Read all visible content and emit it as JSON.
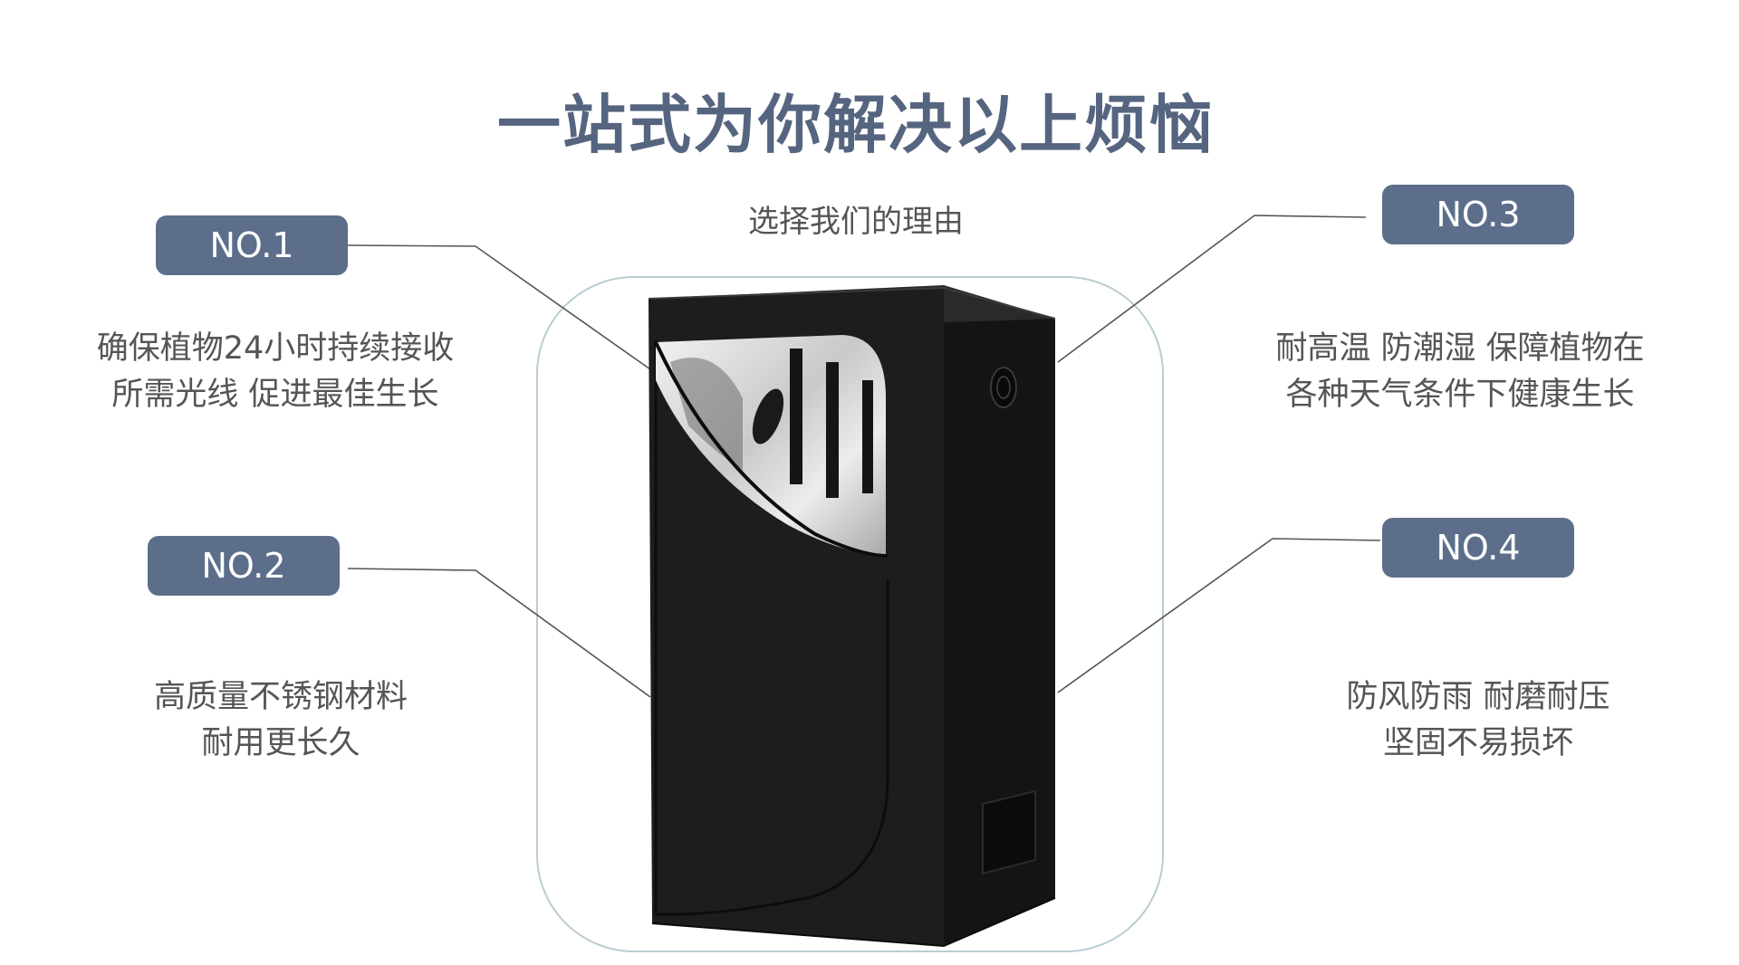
{
  "headline": "一站式为你解决以上烦恼",
  "subtitle": "选择我们的理由",
  "features": [
    {
      "badge": "NO.1",
      "lines": [
        "确保植物24小时持续接收",
        "所需光线 促进最佳生长"
      ]
    },
    {
      "badge": "NO.2",
      "lines": [
        "高质量不锈钢材料",
        "耐用更长久"
      ]
    },
    {
      "badge": "NO.3",
      "lines": [
        "耐高温 防潮湿 保障植物在",
        "各种天气条件下健康生长"
      ]
    },
    {
      "badge": "NO.4",
      "lines": [
        "防风防雨 耐磨耐压",
        "坚固不易损坏"
      ]
    }
  ],
  "colors": {
    "headline": "#56657f",
    "badge_bg": "#5d6e8b",
    "body_text": "#555555",
    "frame_border": "#b9cdd1",
    "tent_body": "#1d1d1d"
  },
  "product_image": "grow-tent-icon"
}
